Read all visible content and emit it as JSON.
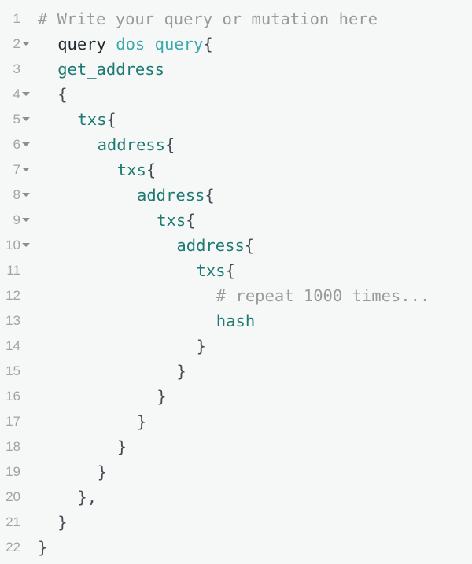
{
  "colors": {
    "comment": "#9a9a9a",
    "keyword": "#1f2a2e",
    "definition": "#3aa9ad",
    "field": "#1d7a72",
    "punctuation": "#444b52",
    "background": "#f6f7f7"
  },
  "lines": [
    {
      "num": "1",
      "fold": false,
      "indent": 0,
      "tokens": [
        {
          "t": "comment",
          "v": "# Write your query or mutation here"
        }
      ]
    },
    {
      "num": "2",
      "fold": true,
      "indent": 2,
      "tokens": [
        {
          "t": "keyword",
          "v": "query "
        },
        {
          "t": "def",
          "v": "dos_query"
        },
        {
          "t": "punct",
          "v": "{"
        }
      ]
    },
    {
      "num": "3",
      "fold": false,
      "indent": 2,
      "tokens": [
        {
          "t": "field",
          "v": "get_address"
        }
      ]
    },
    {
      "num": "4",
      "fold": true,
      "indent": 2,
      "tokens": [
        {
          "t": "punct",
          "v": "{"
        }
      ]
    },
    {
      "num": "5",
      "fold": true,
      "indent": 4,
      "tokens": [
        {
          "t": "field",
          "v": "txs"
        },
        {
          "t": "punct",
          "v": "{"
        }
      ]
    },
    {
      "num": "6",
      "fold": true,
      "indent": 6,
      "tokens": [
        {
          "t": "field",
          "v": "address"
        },
        {
          "t": "punct",
          "v": "{"
        }
      ]
    },
    {
      "num": "7",
      "fold": true,
      "indent": 8,
      "tokens": [
        {
          "t": "field",
          "v": "txs"
        },
        {
          "t": "punct",
          "v": "{"
        }
      ]
    },
    {
      "num": "8",
      "fold": true,
      "indent": 10,
      "tokens": [
        {
          "t": "field",
          "v": "address"
        },
        {
          "t": "punct",
          "v": "{"
        }
      ]
    },
    {
      "num": "9",
      "fold": true,
      "indent": 12,
      "tokens": [
        {
          "t": "field",
          "v": "txs"
        },
        {
          "t": "punct",
          "v": "{"
        }
      ]
    },
    {
      "num": "10",
      "fold": true,
      "indent": 14,
      "tokens": [
        {
          "t": "field",
          "v": "address"
        },
        {
          "t": "punct",
          "v": "{"
        }
      ]
    },
    {
      "num": "11",
      "fold": false,
      "indent": 16,
      "tokens": [
        {
          "t": "field",
          "v": "txs"
        },
        {
          "t": "punct",
          "v": "{"
        }
      ]
    },
    {
      "num": "12",
      "fold": false,
      "indent": 18,
      "tokens": [
        {
          "t": "comment",
          "v": "# repeat 1000 times..."
        }
      ]
    },
    {
      "num": "13",
      "fold": false,
      "indent": 18,
      "tokens": [
        {
          "t": "field",
          "v": "hash"
        }
      ]
    },
    {
      "num": "14",
      "fold": false,
      "indent": 16,
      "tokens": [
        {
          "t": "punct",
          "v": "}"
        }
      ]
    },
    {
      "num": "15",
      "fold": false,
      "indent": 14,
      "tokens": [
        {
          "t": "punct",
          "v": "}"
        }
      ]
    },
    {
      "num": "16",
      "fold": false,
      "indent": 12,
      "tokens": [
        {
          "t": "punct",
          "v": "}"
        }
      ]
    },
    {
      "num": "17",
      "fold": false,
      "indent": 10,
      "tokens": [
        {
          "t": "punct",
          "v": "}"
        }
      ]
    },
    {
      "num": "18",
      "fold": false,
      "indent": 8,
      "tokens": [
        {
          "t": "punct",
          "v": "}"
        }
      ]
    },
    {
      "num": "19",
      "fold": false,
      "indent": 6,
      "tokens": [
        {
          "t": "punct",
          "v": "}"
        }
      ]
    },
    {
      "num": "20",
      "fold": false,
      "indent": 4,
      "tokens": [
        {
          "t": "punct",
          "v": "},"
        }
      ]
    },
    {
      "num": "21",
      "fold": false,
      "indent": 2,
      "tokens": [
        {
          "t": "punct",
          "v": "}"
        }
      ]
    },
    {
      "num": "22",
      "fold": false,
      "indent": 0,
      "tokens": [
        {
          "t": "punct",
          "v": "}"
        }
      ]
    }
  ]
}
